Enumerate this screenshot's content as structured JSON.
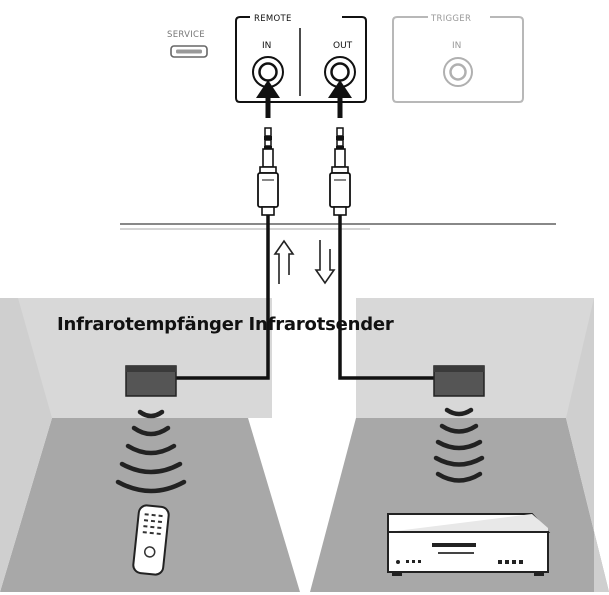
{
  "rear_panel": {
    "service_label": "SERVICE",
    "remote_label": "REMOTE",
    "remote_in_label": "IN",
    "remote_out_label": "OUT",
    "trigger_label": "TRIGGER",
    "trigger_in_label": "IN"
  },
  "caption": "Infrarotempfänger Infrarotsender",
  "colors": {
    "floor": "#a8a8a8",
    "wall": "#d8d8d8",
    "cable": "#111111",
    "disabled_panel": "#b8b8b8"
  }
}
